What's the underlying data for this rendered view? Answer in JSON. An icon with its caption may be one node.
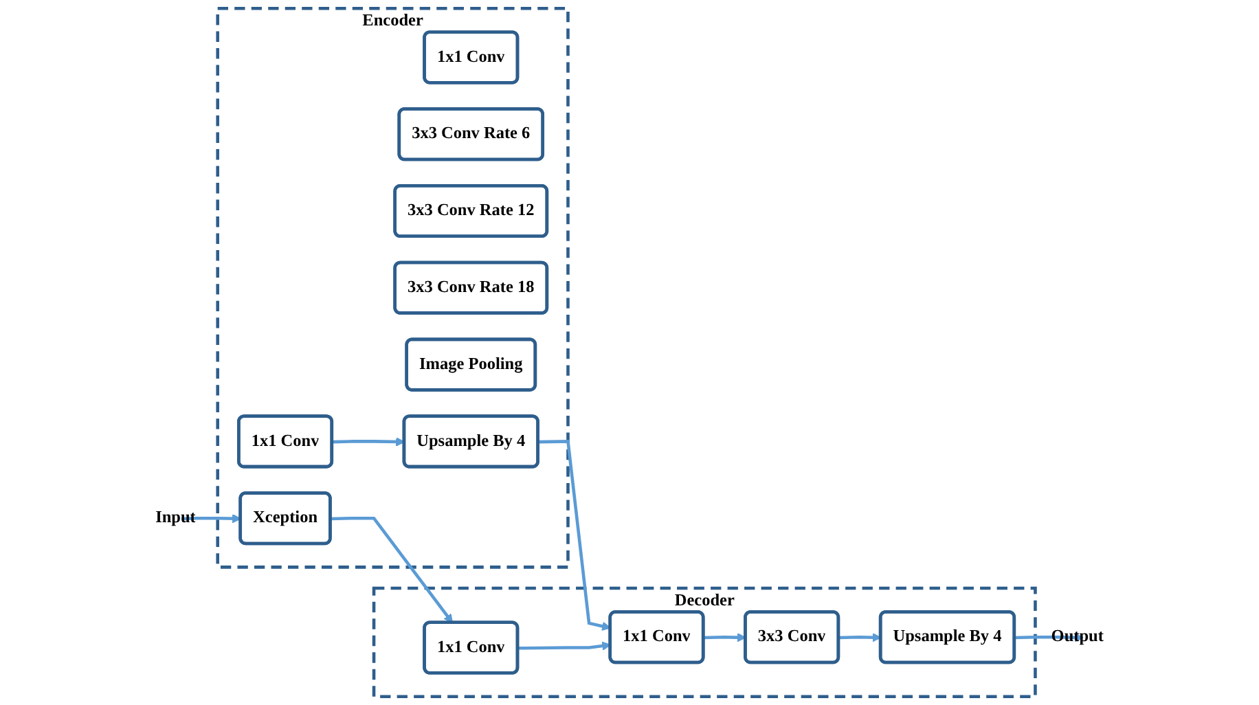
{
  "diagram": {
    "nodes": [
      {
        "text": [
          "Encoder"
        ]
      },
      {
        "text": [
          "Decoder"
        ]
      },
      {
        "text": [
          "Input"
        ]
      },
      {
        "text": [
          "Xception"
        ],
        "in": 0
      },
      {
        "text": [
          "1x1 Conv"
        ],
        "in": 0
      },
      {
        "text": [
          "3x3 Conv Rate 6"
        ],
        "in": 0
      },
      {
        "text": [
          "3x3 Conv Rate 12"
        ],
        "in": 0
      },
      {
        "text": [
          "3x3 Conv Rate 18"
        ],
        "in": 0
      },
      {
        "text": [
          "Image Pooling"
        ],
        "in": 0
      },
      {
        "text": [
          "1x1 Conv"
        ],
        "in": 0
      },
      {
        "text": [
          "Upsample By 4"
        ],
        "in": 0
      },
      {
        "text": [
          "1x1 Conv"
        ],
        "in": 1
      },
      {
        "text": [
          "1x1 Conv"
        ],
        "in": 1
      },
      {
        "text": [
          "3x3 Conv"
        ],
        "in": 1
      },
      {
        "text": [
          "Upsample By 4"
        ],
        "in": 1
      },
      {
        "text": [
          "Output"
        ]
      }
    ],
    "edges": [
      {
        "from": 2,
        "to": 3,
        "arrow": "to"
      },
      {
        "from": 3,
        "to": 11,
        "arrow": "to"
      },
      {
        "from": 9,
        "to": 10,
        "arrow": "to"
      },
      {
        "from": 10,
        "to": 12,
        "arrow": "to"
      },
      {
        "from": 11,
        "to": 12,
        "arrow": "to"
      },
      {
        "from": 12,
        "to": 13,
        "arrow": "to"
      },
      {
        "from": 13,
        "to": 14,
        "arrow": "to"
      },
      {
        "from": 14,
        "to": 15,
        "arrow": "to"
      }
    ]
  }
}
